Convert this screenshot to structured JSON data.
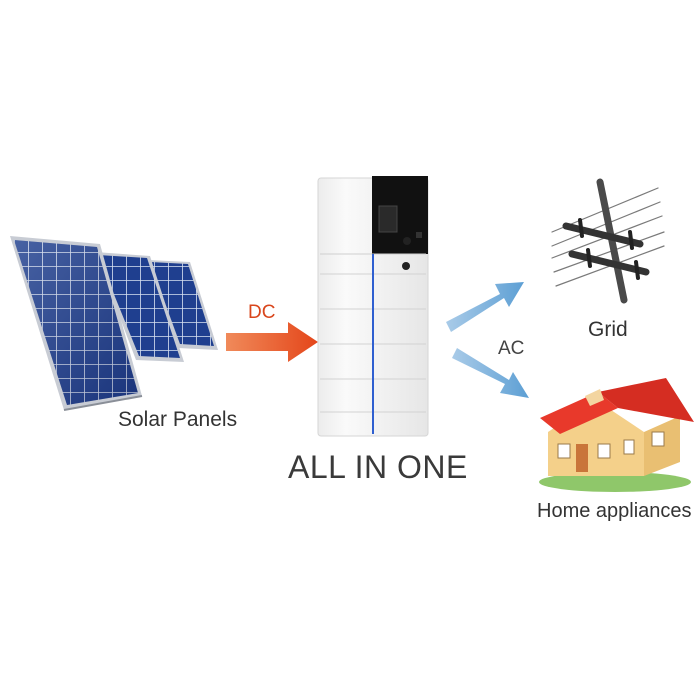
{
  "labels": {
    "solar_panels": "Solar Panels",
    "dc": "DC",
    "all_in_one": "ALL IN ONE",
    "ac": "AC",
    "grid": "Grid",
    "home": "Home appliances"
  },
  "colors": {
    "panel_blue": "#1f3f8f",
    "dc_arrow": "#e4501f",
    "ac_arrow": "#6fa8d6",
    "roof": "#e8392b",
    "house_wall": "#f4d08a",
    "battery_accent": "#2f5fd0"
  },
  "icons": [
    "solar-panel-icon",
    "battery-unit-icon",
    "grid-pylon-icon",
    "house-icon"
  ]
}
